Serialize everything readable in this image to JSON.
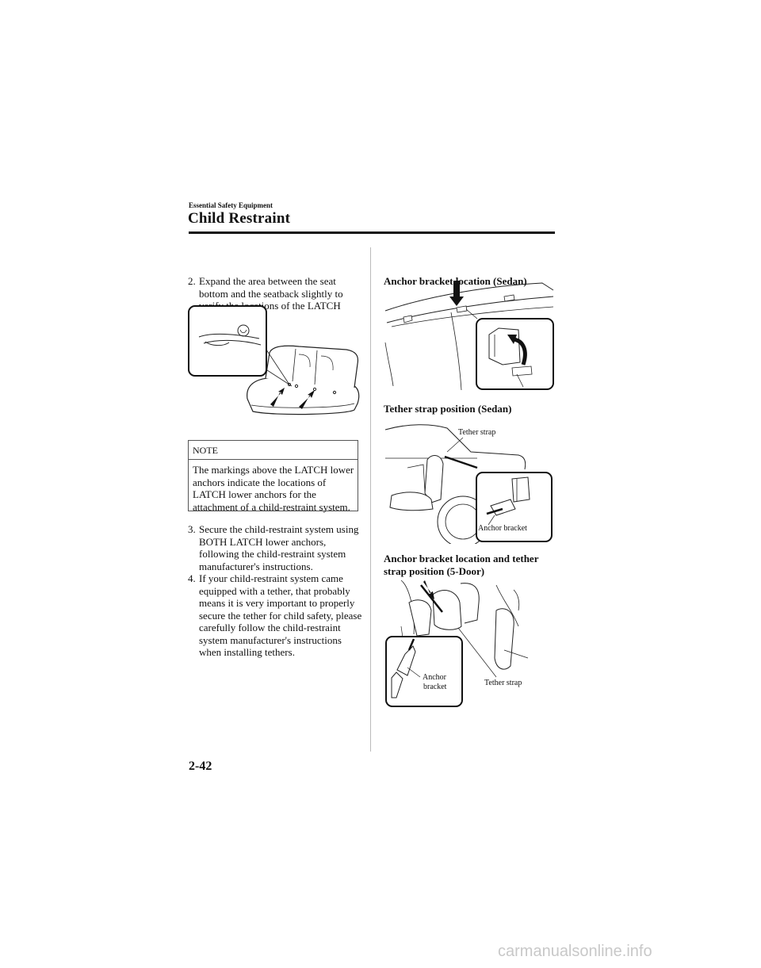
{
  "header": {
    "section": "Essential Safety Equipment",
    "title": "Child Restraint"
  },
  "left_column": {
    "step2": {
      "number": "2.",
      "text": "Expand the area between the seat bottom and the seatback slightly to verify the locations of the LATCH lower anchors."
    },
    "note": {
      "heading": "NOTE",
      "body": "The markings above the LATCH lower anchors indicate the locations of LATCH lower anchors for the attachment of a child-restraint system."
    },
    "step3": {
      "number": "3.",
      "text": "Secure the child-restraint system using BOTH LATCH lower anchors, following the child-restraint system manufacturer's instructions."
    },
    "step4": {
      "number": "4.",
      "text": "If your child-restraint system came equipped with a tether, that probably means it is very important to properly secure the tether for child safety, please carefully follow the child-restraint system manufacturer's instructions when installing tethers."
    }
  },
  "right_column": {
    "figure1": {
      "caption": "Anchor bracket location (Sedan)"
    },
    "figure2": {
      "caption": "Tether strap position (Sedan)",
      "label_tether": "Tether strap",
      "label_anchor": "Anchor bracket"
    },
    "figure3": {
      "caption": "Anchor bracket location and tether strap position (5-Door)",
      "label_anchor_line1": "Anchor",
      "label_anchor_line2": "bracket",
      "label_tether": "Tether strap"
    }
  },
  "footer": {
    "page_number": "2-42",
    "watermark": "carmanualsonline.info"
  }
}
